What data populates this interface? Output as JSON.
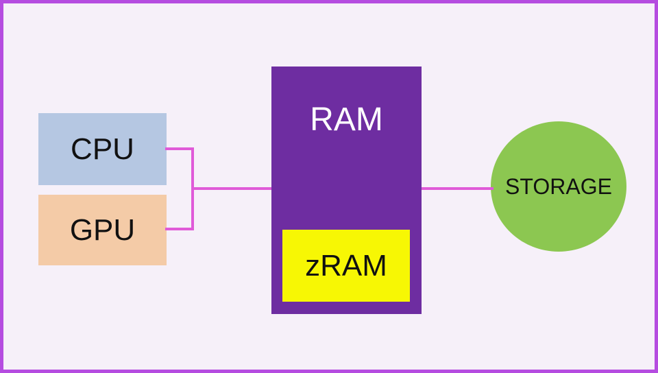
{
  "canvas": {
    "background": "#f6f0f9",
    "border_color": "#b54ce0"
  },
  "diagram": {
    "connector_color": "#e05ad8",
    "nodes": {
      "cpu": {
        "label": "CPU",
        "shape": "rectangle",
        "fill": "#b5c7e2",
        "text_color": "#111111"
      },
      "gpu": {
        "label": "GPU",
        "shape": "rectangle",
        "fill": "#f4cba7",
        "text_color": "#111111"
      },
      "ram": {
        "label": "RAM",
        "shape": "rectangle",
        "fill": "#6e2da1",
        "text_color": "#ffffff"
      },
      "zram": {
        "label": "zRAM",
        "shape": "rectangle",
        "fill": "#f7f704",
        "text_color": "#111111",
        "contained_in": "ram"
      },
      "storage": {
        "label": "STORAGE",
        "shape": "circle",
        "fill": "#8cc751",
        "text_color": "#111111"
      }
    },
    "connections": [
      {
        "from": "cpu",
        "to": "ram"
      },
      {
        "from": "gpu",
        "to": "ram"
      },
      {
        "from": "ram",
        "to": "storage"
      }
    ]
  }
}
